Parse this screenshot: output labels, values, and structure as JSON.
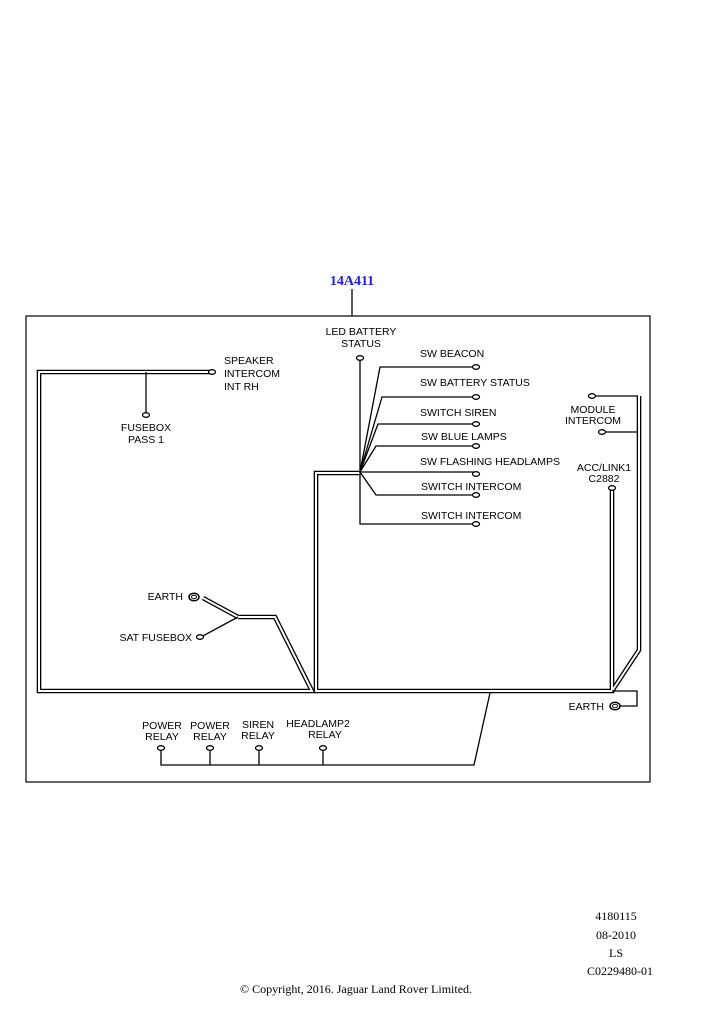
{
  "diagram": {
    "title": "14A411",
    "title_color": "#1a1aff",
    "labels": {
      "speaker": [
        "SPEAKER",
        "INTERCOM",
        "INT RH"
      ],
      "fusebox": [
        "FUSEBOX",
        "PASS 1"
      ],
      "led": [
        "LED BATTERY",
        "STATUS"
      ],
      "sw_beacon": "SW BEACON",
      "sw_battery": "SW BATTERY STATUS",
      "switch_siren": "SWITCH SIREN",
      "sw_blue": "SW BLUE LAMPS",
      "sw_flashing": "SW FLASHING HEADLAMPS",
      "switch_intercom_1": "SWITCH INTERCOM",
      "switch_intercom_2": "SWITCH INTERCOM",
      "module": [
        "MODULE",
        "INTERCOM"
      ],
      "acc": [
        "ACC/LINK1",
        "C2882"
      ],
      "earth_left": "EARTH",
      "sat_fusebox": "SAT FUSEBOX",
      "earth_right": "EARTH",
      "power_relay_1": [
        "POWER",
        "RELAY"
      ],
      "power_relay_2": [
        "POWER",
        "RELAY"
      ],
      "siren_relay": [
        "SIREN",
        "RELAY"
      ],
      "headlamp_relay": [
        "HEADLAMP2",
        "RELAY"
      ]
    }
  },
  "footer": {
    "ref": "4180115",
    "date": "08-2010",
    "code": "LS",
    "id": "C0229480-01",
    "copyright": "© Copyright, 2016. Jaguar Land Rover Limited."
  }
}
